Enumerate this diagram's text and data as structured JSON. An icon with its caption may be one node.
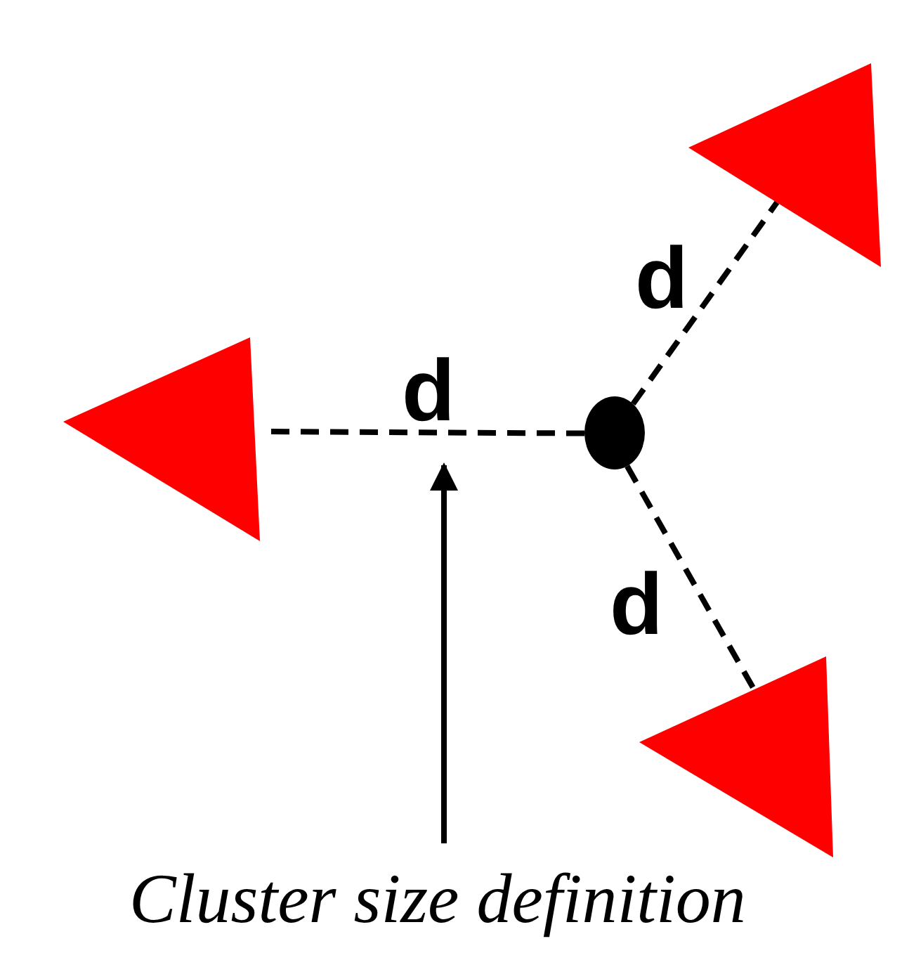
{
  "diagram": {
    "nodes": [
      {
        "text": [],
        "shape": "triangle"
      },
      {
        "text": [],
        "shape": "triangle"
      },
      {
        "text": [],
        "shape": "circle"
      },
      {
        "text": [],
        "shape": "triangle"
      },
      {
        "text": [
          "Cluster size definition"
        ]
      }
    ],
    "edges": [
      {
        "from": 2,
        "to": 0,
        "arrow": "none",
        "label": "d",
        "style": "dashed"
      },
      {
        "from": 2,
        "to": 1,
        "arrow": "none",
        "label": "d",
        "style": "dashed"
      },
      {
        "from": 2,
        "to": 3,
        "arrow": "none",
        "label": "d",
        "style": "dashed"
      },
      {
        "from": 4,
        "to": null,
        "arrow": "to"
      }
    ]
  }
}
